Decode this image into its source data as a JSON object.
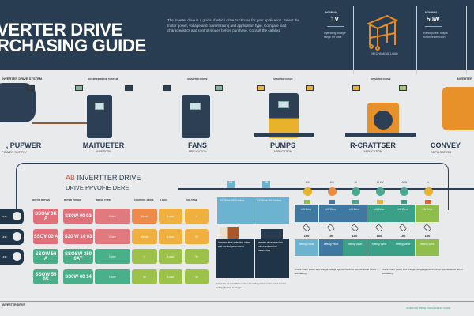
{
  "header": {
    "title_line1": "VERTER DRIVE",
    "title_line2": "RCHASING GUIDE",
    "intro": "The inverter drive is a guide of which drive to choose for your application. Select the motor power, voltage and current rating and application type. Compare load characteristics and control modes before purchase. Consult the catalog.",
    "stats": [
      {
        "label": "NOMINAL",
        "value": "1V",
        "text": "Operating voltage range for drive"
      },
      {
        "label": "NOMINAL",
        "value": "50W",
        "text": "Rated power output for drive selection"
      }
    ],
    "machine_caption": "MECHANICAL LOAD"
  },
  "devices": [
    {
      "label": ", PUPWER",
      "sub": "POWER SUPPLY",
      "top": "INVERTER DRIVE SYSTEM"
    },
    {
      "label": "MAITUETER",
      "sub": "INVERTER",
      "top": "INVERTER DRIVE SYSTEM"
    },
    {
      "label": "FANS",
      "sub": "APPLICATION",
      "top": "INVERTER DRIVE"
    },
    {
      "label": "PUMPS",
      "sub": "APPLICATION",
      "top": "INVERTER DRIVE"
    },
    {
      "label": "R-CRATTSER",
      "sub": "APPLICATION",
      "top": "INVERTER DRIVE"
    },
    {
      "label": "CONVEY",
      "sub": "APPLICATION",
      "top": "INVERTER"
    }
  ],
  "section": {
    "title_prefix": "AB",
    "title": "INVERTTER DRIVE",
    "subtitle": "DRIVE PPVOFIE DERE"
  },
  "table": {
    "headers": [
      "MOTOR RATING",
      "RATED POWER",
      "DRIVE TYPE",
      "CONTROL MODE",
      "LOAD",
      "VOLTAGE"
    ],
    "rows": [
      {
        "pill": "LINE",
        "cells": [
          "SSOW 0K A",
          "SS0W 00 03",
          "Drive",
          "Mode",
          "Load",
          "V"
        ]
      },
      {
        "pill": "LINE",
        "cells": [
          "SSOV 00 A",
          "S30 W 14 03",
          "Drive",
          "Mode",
          "Load",
          "W"
        ]
      },
      {
        "pill": "LINE",
        "cells": [
          "SSOW 56 A",
          "SSOSW 350 0AT",
          "Drive",
          "V",
          "Load",
          "W"
        ]
      },
      {
        "pill": "",
        "cells": [
          "SSOW 55 0S",
          "SS0W 00 14",
          "Drive",
          "W",
          "Load",
          "W"
        ]
      }
    ]
  },
  "middle": {
    "tags": [
      "AB",
      "8B"
    ],
    "boxes": [
      "SS Drive 00 Control",
      "SS Drive 00 Control"
    ],
    "dark_boxes": [
      "Inverter drive selection notes and control parameters",
      "Inverter drive selection notes and control parameters"
    ],
    "note": "Select the inverter drive model according to the motor rated current and application load type."
  },
  "right": {
    "nodes": [
      "100",
      "100",
      "10",
      "10 kW",
      "100W",
      "1"
    ],
    "boxes": [
      "kW Drive",
      "kW Drive",
      "kW Drive",
      "kW Drive",
      "kW Drive",
      "kW Drive"
    ],
    "values": [
      "100",
      "100",
      "100",
      "100",
      "100",
      "100"
    ],
    "boxes2": [
      "Setting Value",
      "Setting Value",
      "Setting Value",
      "Setting Value",
      "Setting Value",
      "Setting Value"
    ],
    "note": "Check motor power and voltage ratings against the drive specifications before purchasing."
  },
  "footer": {
    "left": "INVERTER DRIVE",
    "right": "INVERTER DRIVE PURCHASING GUIDE"
  }
}
